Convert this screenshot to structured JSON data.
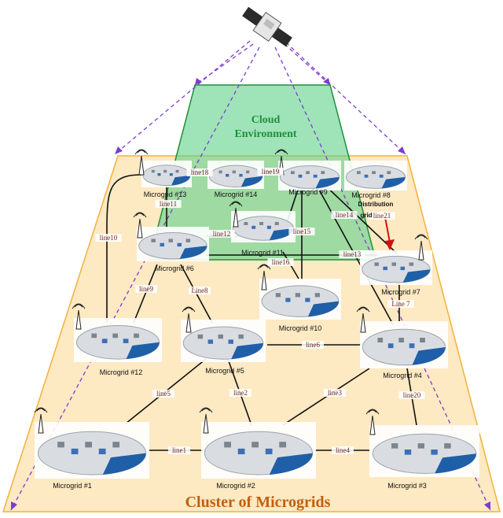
{
  "titles": {
    "cloud_line1": "Cloud",
    "cloud_line2": "Environment",
    "cluster": "Cluster of Microgrids",
    "distribution_line1": "Distribution",
    "distribution_line2": "grid"
  },
  "colors": {
    "cluster_fill": "#fde9c2",
    "cluster_stroke": "#f2b13c",
    "cloud_fill": "#5fd18a",
    "cloud_stroke": "#1f8f3a",
    "dashed_link": "#7d3bd1",
    "power_line": "#111111",
    "distribution_arrow": "#d11010",
    "cluster_title": "#c0600f",
    "cloud_title": "#1f8f3a"
  },
  "icons": [
    "satellite-icon",
    "tower-icon",
    "microgrid-island-icon"
  ],
  "microgrids": [
    {
      "id": "mg1",
      "label": "Microgrid #1"
    },
    {
      "id": "mg2",
      "label": "Microgrid #2"
    },
    {
      "id": "mg3",
      "label": "Microgrid #3"
    },
    {
      "id": "mg4",
      "label": "Microgrid #4"
    },
    {
      "id": "mg5",
      "label": "Microgrid #5"
    },
    {
      "id": "mg6",
      "label": "Microgrid #6"
    },
    {
      "id": "mg7",
      "label": "Microgrid #7"
    },
    {
      "id": "mg8",
      "label": "Microgrid #8"
    },
    {
      "id": "mg9",
      "label": "Microgrid #9"
    },
    {
      "id": "mg10",
      "label": "Microgrid #10"
    },
    {
      "id": "mg11",
      "label": "Microgrid #11"
    },
    {
      "id": "mg12",
      "label": "Microgrid #12"
    },
    {
      "id": "mg13",
      "label": "Microgrid #13"
    },
    {
      "id": "mg14",
      "label": "Microgrid #14"
    }
  ],
  "lines": [
    {
      "id": "line1",
      "label": "line1"
    },
    {
      "id": "line2",
      "label": "line2"
    },
    {
      "id": "line3",
      "label": "line3"
    },
    {
      "id": "line4",
      "label": "line4"
    },
    {
      "id": "line5",
      "label": "line5"
    },
    {
      "id": "line6",
      "label": "line6"
    },
    {
      "id": "line7",
      "label": "Line 7"
    },
    {
      "id": "line8",
      "label": "Line8"
    },
    {
      "id": "line9",
      "label": "line9"
    },
    {
      "id": "line10",
      "label": "line10"
    },
    {
      "id": "line11",
      "label": "line11"
    },
    {
      "id": "line12",
      "label": "line12"
    },
    {
      "id": "line13",
      "label": "line13"
    },
    {
      "id": "line14",
      "label": "line14"
    },
    {
      "id": "line15",
      "label": "line15"
    },
    {
      "id": "line16",
      "label": "line16"
    },
    {
      "id": "line18",
      "label": "line18"
    },
    {
      "id": "line19",
      "label": "line19"
    },
    {
      "id": "line20",
      "label": "line20"
    },
    {
      "id": "line21",
      "label": "line21"
    }
  ]
}
